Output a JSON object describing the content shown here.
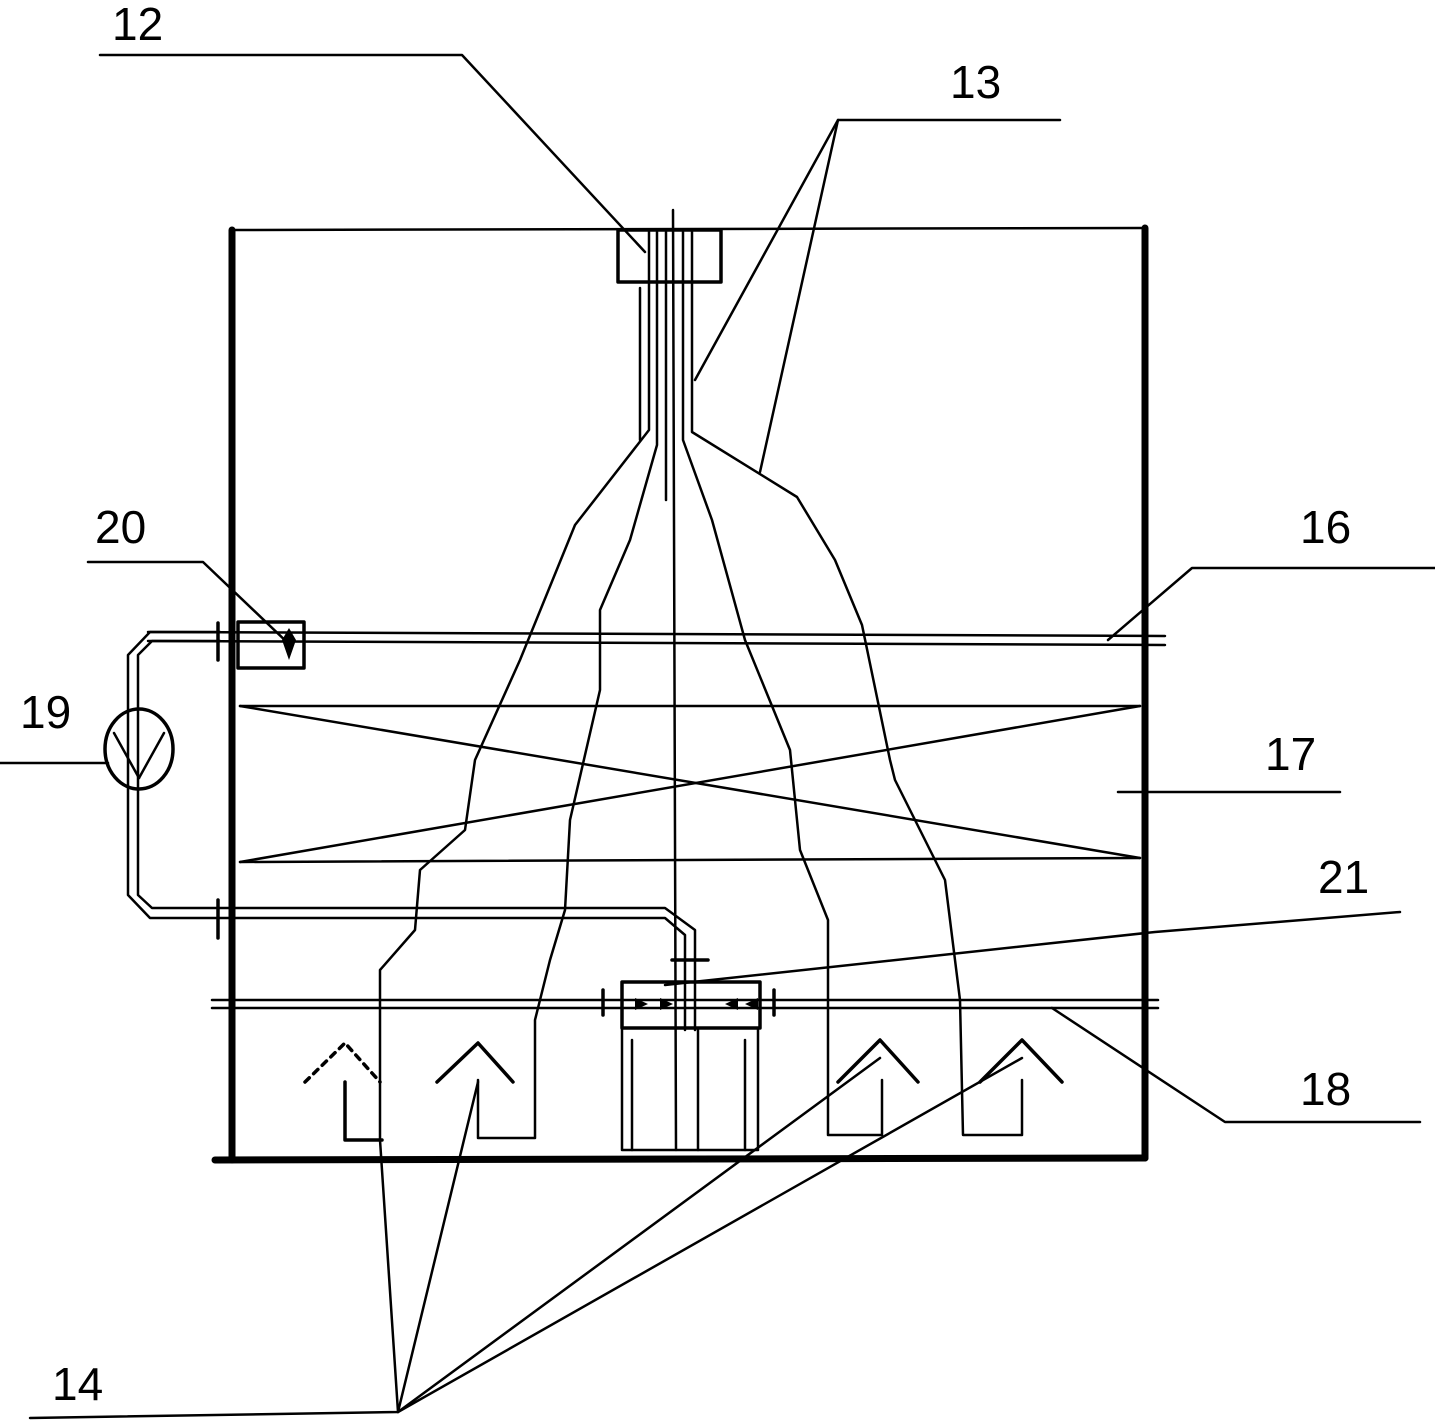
{
  "labels": {
    "l12": "12",
    "l13": "13",
    "l14": "14",
    "l16": "16",
    "l17": "17",
    "l18": "18",
    "l19": "19",
    "l20": "20",
    "l21": "21"
  }
}
